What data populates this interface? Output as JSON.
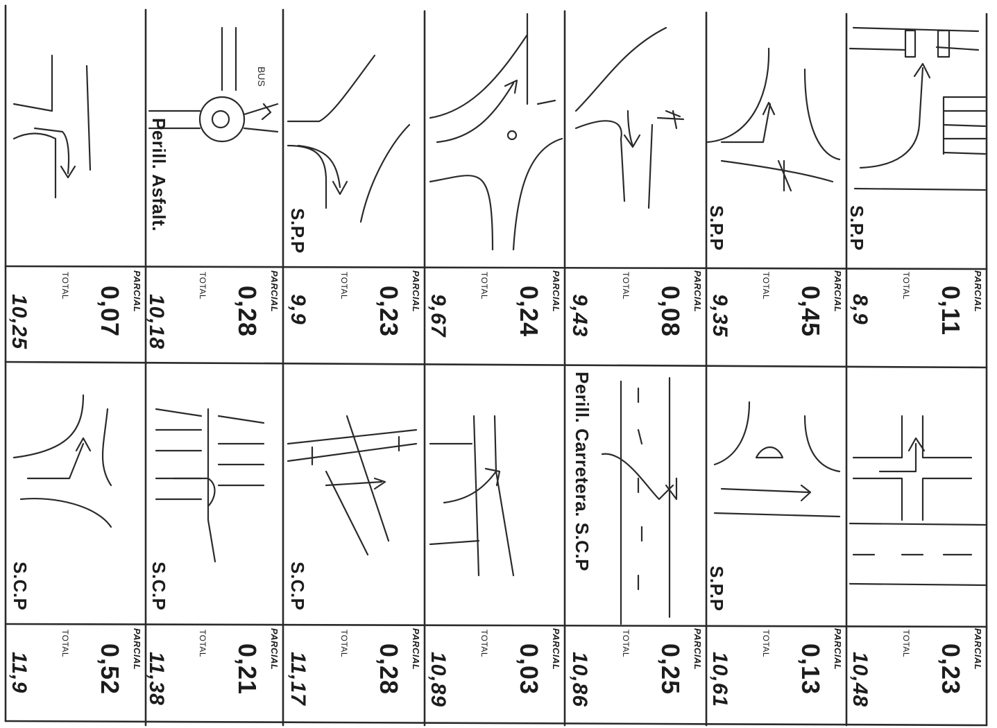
{
  "colors": {
    "ink": "#1c1c1c",
    "rule": "#2a2a2a",
    "paper": "#ffffff"
  },
  "columns": [
    {
      "top": {
        "caption": "S.P.P",
        "parcial_label": "PARCIAL",
        "parcial": "0,11",
        "total_label": "TOTAL",
        "total": "8,9"
      },
      "bottom": {
        "caption": "",
        "parcial_label": "PARCIAL",
        "parcial": "0,23",
        "total_label": "TOTAL",
        "total": "10,48"
      }
    },
    {
      "top": {
        "caption": "S.P.P",
        "parcial_label": "PARCIAL",
        "parcial": "0,45",
        "total_label": "TOTAL",
        "total": "9,35"
      },
      "bottom": {
        "caption": "S.P.P",
        "parcial_label": "PARCIAL",
        "parcial": "0,13",
        "total_label": "TOTAL",
        "total": "10,61"
      }
    },
    {
      "top": {
        "caption": "",
        "parcial_label": "PARCIAL",
        "parcial": "0,08",
        "total_label": "TOTAL",
        "total": "9,43"
      },
      "bottom": {
        "caption": "Perill. Carretera. S.C.P",
        "parcial_label": "PARCIAL",
        "parcial": "0,25",
        "total_label": "TOTAL",
        "total": "10,86"
      }
    },
    {
      "top": {
        "caption": "",
        "parcial_label": "PARCIAL",
        "parcial": "0,24",
        "total_label": "TOTAL",
        "total": "9,67"
      },
      "bottom": {
        "caption": "",
        "parcial_label": "PARCIAL",
        "parcial": "0,03",
        "total_label": "TOTAL",
        "total": "10,89"
      }
    },
    {
      "top": {
        "caption": "S.P.P",
        "parcial_label": "PARCIAL",
        "parcial": "0,23",
        "total_label": "TOTAL",
        "total": "9,9"
      },
      "bottom": {
        "caption": "S.C.P",
        "parcial_label": "PARCIAL",
        "parcial": "0,28",
        "total_label": "TOTAL",
        "total": "11,17"
      }
    },
    {
      "top": {
        "caption": "Perill. Asfalt.",
        "parcial_label": "PARCIAL",
        "parcial": "0,28",
        "total_label": "TOTAL",
        "total": "10,18"
      },
      "bottom": {
        "caption": "S.C.P",
        "parcial_label": "PARCIAL",
        "parcial": "0,21",
        "total_label": "TOTAL",
        "total": "11,38"
      }
    },
    {
      "top": {
        "caption": "",
        "parcial_label": "PARCIAL",
        "parcial": "0,07",
        "total_label": "TOTAL",
        "total": "10,25"
      },
      "bottom": {
        "caption": "S.C.P",
        "parcial_label": "PARCIAL",
        "parcial": "0,52",
        "total_label": "TOTAL",
        "total": "11,9"
      }
    }
  ],
  "sketch_labels": {
    "bus": "BUS"
  }
}
